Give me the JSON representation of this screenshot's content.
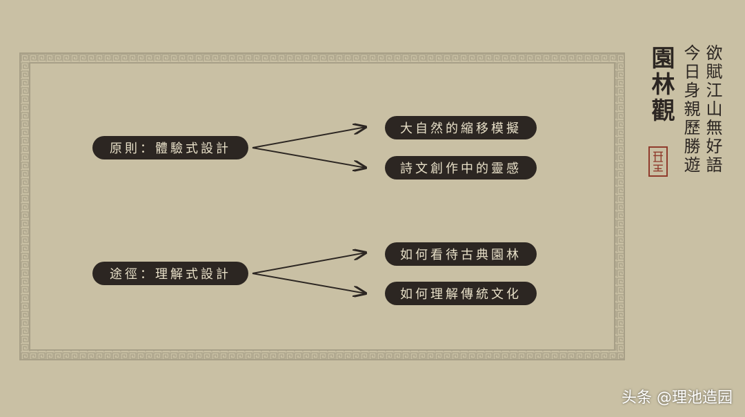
{
  "title": "園林觀",
  "poem": [
    "欲賦江山無好語",
    "今日身親歷勝遊"
  ],
  "branches": [
    {
      "label": "原則：體驗式設計",
      "targets": [
        "大自然的縮移模擬",
        "詩文創作中的靈感"
      ]
    },
    {
      "label": "途徑：理解式設計",
      "targets": [
        "如何看待古典園林",
        "如何理解傳統文化"
      ]
    }
  ],
  "seal_icon": "red-seal-stamp-icon",
  "watermark": "头条 @理池造园",
  "colors": {
    "background": "#c9c0a4",
    "pill": "#2c2622",
    "pill_text": "#e8e0c8",
    "seal": "#8f3a2b",
    "border": "#a79f87"
  }
}
